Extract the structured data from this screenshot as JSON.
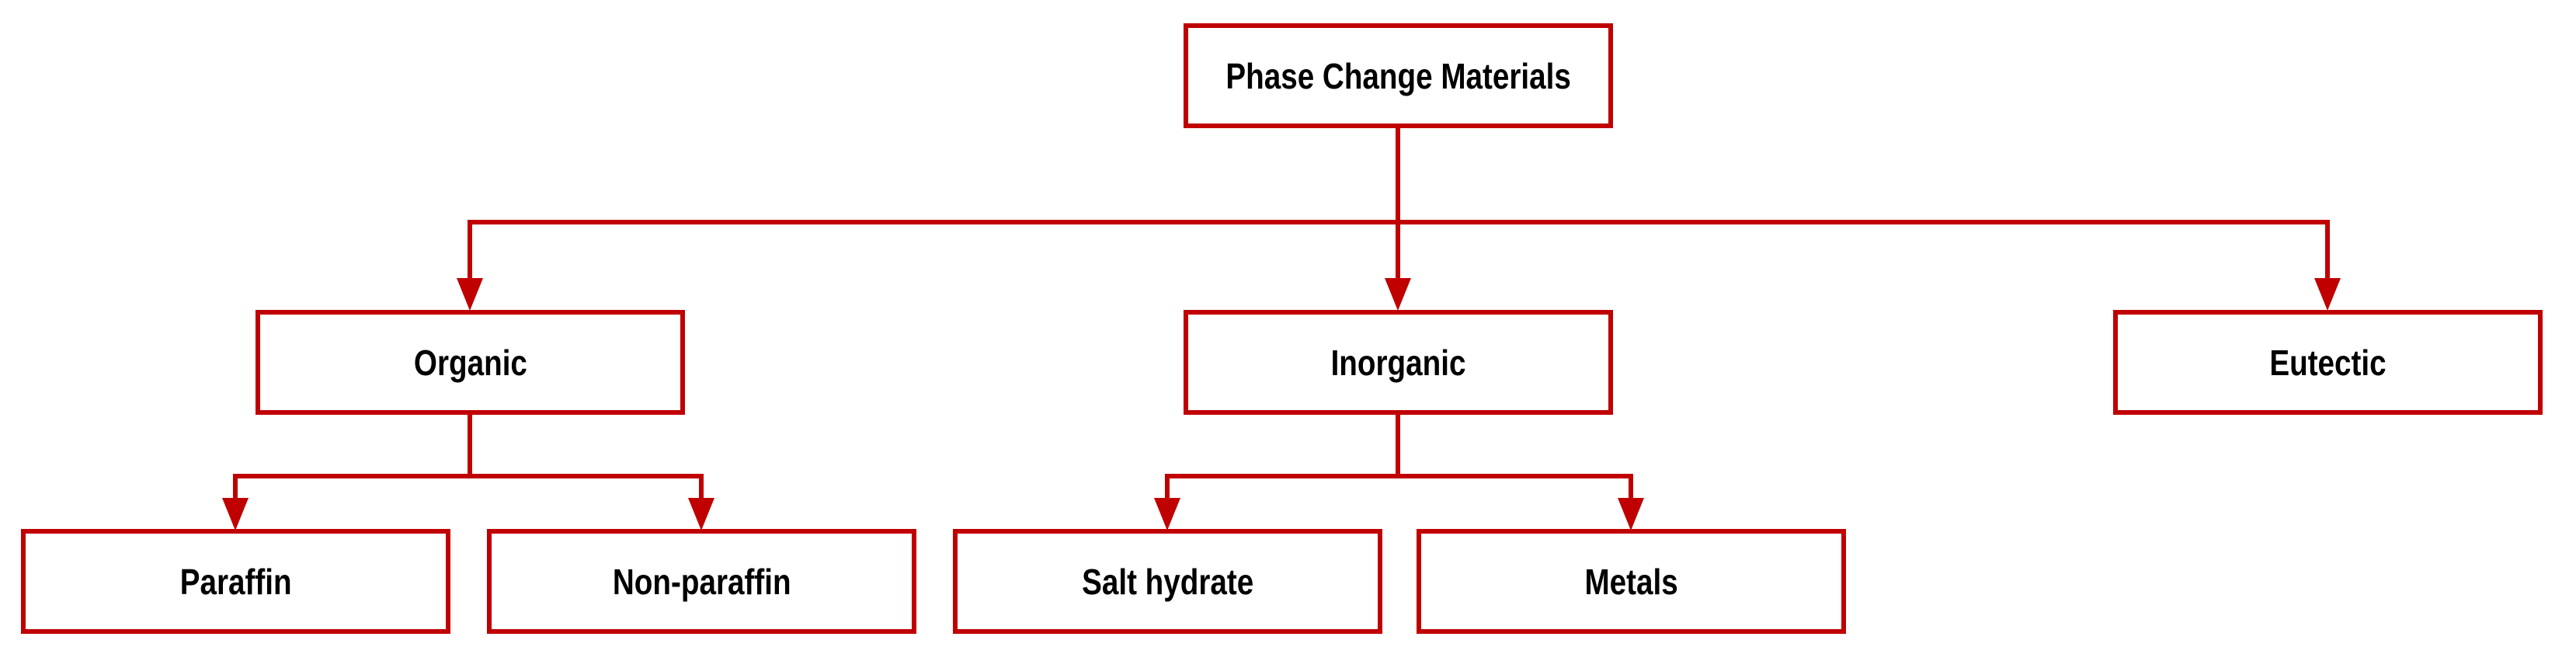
{
  "diagram": {
    "type": "flowchart-hierarchy",
    "accent_color": "#c00000",
    "text_color": "#000000",
    "background_color": "#ffffff",
    "nodes": {
      "root": {
        "label": "Phase Change Materials",
        "level": 0
      },
      "organic": {
        "label": "Organic",
        "level": 1
      },
      "inorganic": {
        "label": "Inorganic",
        "level": 1
      },
      "eutectic": {
        "label": "Eutectic",
        "level": 1
      },
      "paraffin": {
        "label": "Paraffin",
        "level": 2
      },
      "non_paraffin": {
        "label": "Non-paraffin",
        "level": 2
      },
      "salt_hydrate": {
        "label": "Salt hydrate",
        "level": 2
      },
      "metals": {
        "label": "Metals",
        "level": 2
      }
    },
    "edges": [
      {
        "from": "Phase Change Materials",
        "to": "Organic"
      },
      {
        "from": "Phase Change Materials",
        "to": "Inorganic"
      },
      {
        "from": "Phase Change Materials",
        "to": "Eutectic"
      },
      {
        "from": "Organic",
        "to": "Paraffin"
      },
      {
        "from": "Organic",
        "to": "Non-paraffin"
      },
      {
        "from": "Inorganic",
        "to": "Salt hydrate"
      },
      {
        "from": "Inorganic",
        "to": "Metals"
      }
    ]
  }
}
